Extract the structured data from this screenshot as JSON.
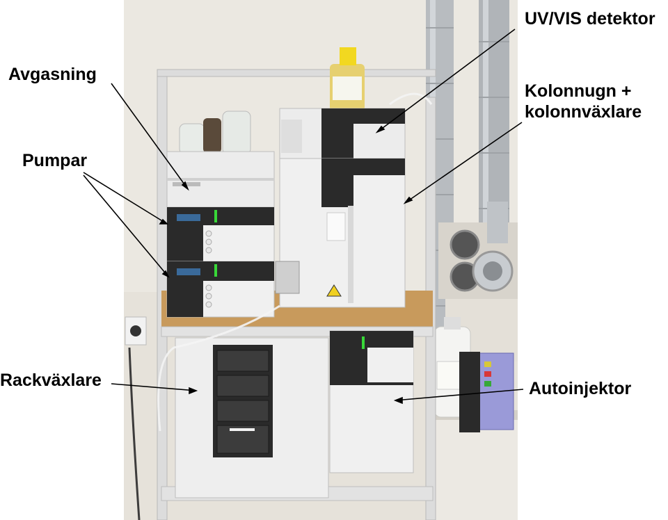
{
  "labels": {
    "avgasning": "Avgasning",
    "pumpar": "Pumpar",
    "rackvaxlare": "Rackväxlare",
    "uv_vis": "UV/VIS detektor",
    "kolonnugn_line1": "Kolonnugn +",
    "kolonnugn_line2": "kolonnväxlare",
    "autoinjektor": "Autoinjektor"
  },
  "colors": {
    "wall": "#e6e2da",
    "module_body": "#f0f0f0",
    "module_dark_panel": "#2a2a2a",
    "shelf_wood": "#c89a5c",
    "frame": "#d8d8d8",
    "duct": "#b8bcc0"
  }
}
